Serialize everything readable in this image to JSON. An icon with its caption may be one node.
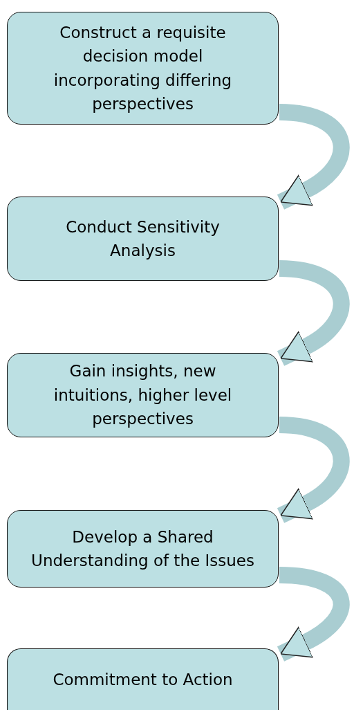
{
  "diagram": {
    "nodes": [
      {
        "text": [
          "Construct a requisite decision model incorporating differing perspectives"
        ]
      },
      {
        "text": [
          "Conduct Sensitivity Analysis"
        ]
      },
      {
        "text": [
          "Gain insights, new intuitions, higher level perspectives"
        ]
      },
      {
        "text": [
          "Develop a Shared Understanding of the Issues"
        ]
      },
      {
        "text": [
          "Commitment to Action"
        ]
      }
    ],
    "edges": [
      {
        "from": 0,
        "to": 1,
        "arrow": "to"
      },
      {
        "from": 1,
        "to": 2,
        "arrow": "to"
      },
      {
        "from": 2,
        "to": 3,
        "arrow": "to"
      },
      {
        "from": 3,
        "to": 4,
        "arrow": "to"
      }
    ]
  }
}
